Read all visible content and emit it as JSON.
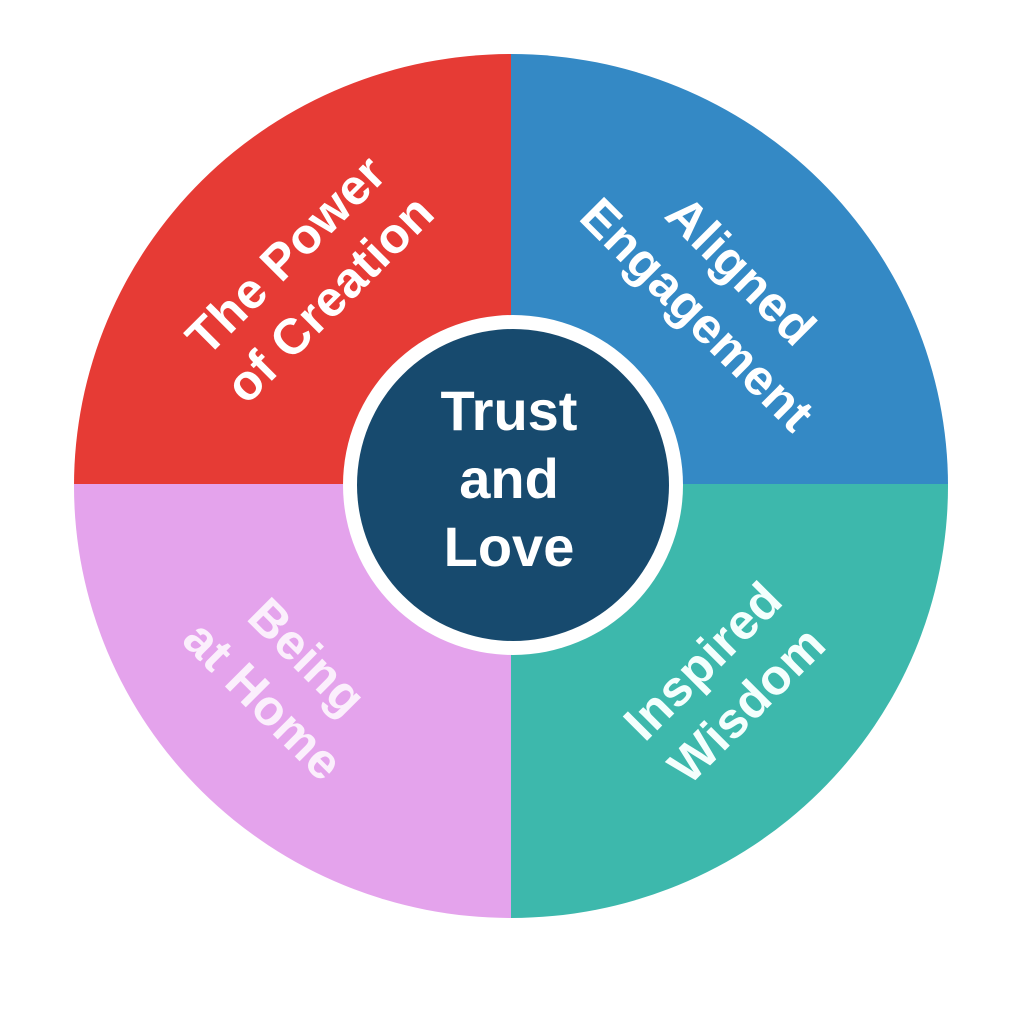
{
  "diagram": {
    "type": "four-quadrant wheel with central hub",
    "center": {
      "lines": [
        "Trust",
        "and",
        "Love"
      ],
      "fill": "#174A6E",
      "ring": "#FFFFFF",
      "text_color": "#FFFFFF"
    },
    "quadrants": [
      {
        "position": "top-left",
        "lines": [
          "The Power",
          "of Creation"
        ],
        "fill": "#E63B35",
        "text_color": "#FFFFFF"
      },
      {
        "position": "top-right",
        "lines": [
          "Aligned",
          "Engagement"
        ],
        "fill": "#3489C5",
        "text_color": "#FFFFFF"
      },
      {
        "position": "bottom-left",
        "lines": [
          "Being",
          "at Home"
        ],
        "fill": "#E4A3EC",
        "text_color": "#FBEFFC"
      },
      {
        "position": "bottom-right",
        "lines": [
          "Inspired",
          "Wisdom"
        ],
        "fill": "#3DB8AC",
        "text_color": "#F4FFFD"
      }
    ]
  }
}
